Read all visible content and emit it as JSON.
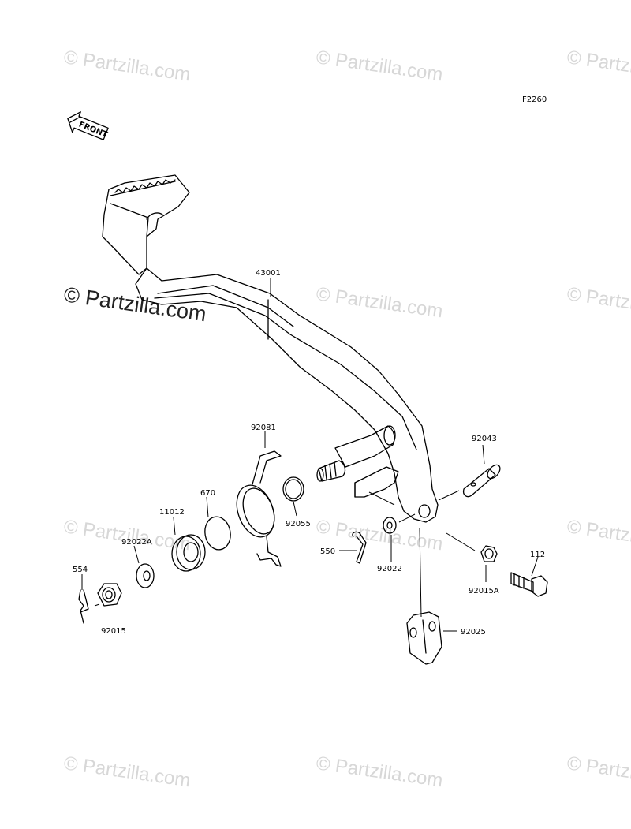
{
  "figure_code": "F2260",
  "front_label": "FRONT",
  "watermark": "© Partzilla.com",
  "parts": {
    "p43001": "43001",
    "p92081": "92081",
    "p92043": "92043",
    "p670": "670",
    "p11012": "11012",
    "p92022A": "92022A",
    "p92055": "92055",
    "p550": "550",
    "p92022": "92022",
    "p554": "554",
    "p92015": "92015",
    "p112": "112",
    "p92015A": "92015A",
    "p92025": "92025"
  }
}
